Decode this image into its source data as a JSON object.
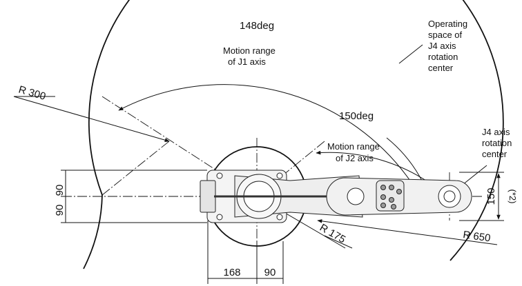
{
  "labels": {
    "deg148": "148deg",
    "j1_line1": "Motion range",
    "j1_line2": "of J1 axis",
    "deg150": "150deg",
    "j2_line1": "Motion range",
    "j2_line2": "of J2 axis",
    "op_line1": "Operating",
    "op_line2": "space of",
    "op_line3": "J4 axis",
    "op_line4": "rotation",
    "op_line5": "center",
    "j4_line1": "J4 axis",
    "j4_line2": "rotation",
    "j4_line3": "center",
    "r300": "R 300",
    "r175": "R 175",
    "r650": "R 650",
    "dim90_upper": "90",
    "dim90_lower": "90",
    "dim168": "168",
    "dim90_bottom": "90",
    "dim150": "150",
    "dim150_note": "(*2)"
  },
  "colors": {
    "line": "#111111",
    "robot_fill": "#f4f4f4",
    "robot_dark": "#9a9a9a",
    "panel": "#e9e9e9"
  }
}
